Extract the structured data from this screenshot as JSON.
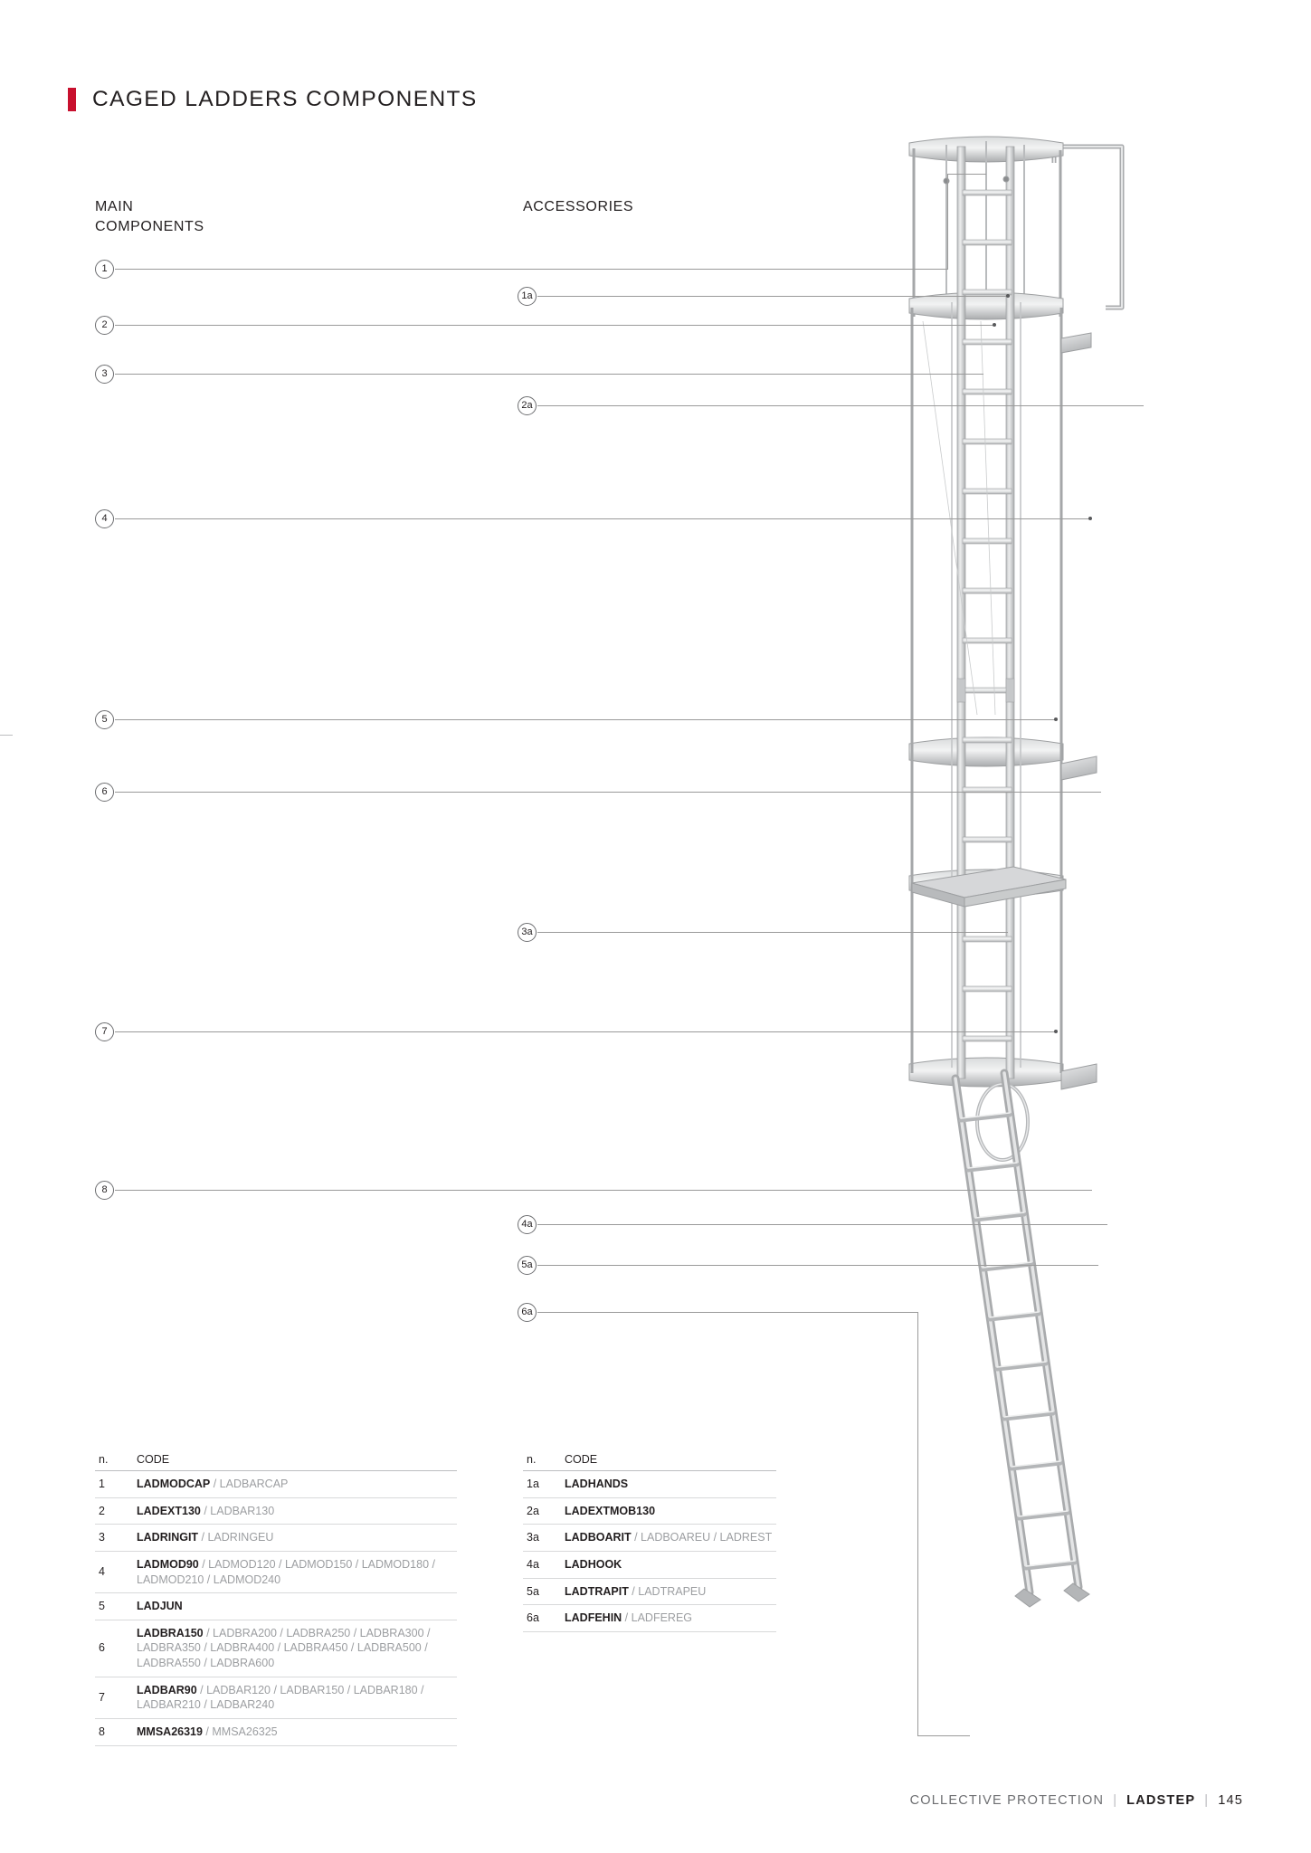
{
  "header": {
    "title": "CAGED LADDERS COMPONENTS",
    "marker_color": "#c8102e"
  },
  "columns": {
    "main_line1": "MAIN",
    "main_line2": "COMPONENTS",
    "accessories": "ACCESSORIES"
  },
  "callouts": {
    "main": [
      "1",
      "2",
      "3",
      "4",
      "5",
      "6",
      "7",
      "8"
    ],
    "accessories": [
      "1a",
      "2a",
      "3a",
      "4a",
      "5a",
      "6a"
    ]
  },
  "tables": {
    "left": {
      "header_n": "n.",
      "header_code": "CODE",
      "rows": [
        {
          "n": "1",
          "bold": "LADMODCAP",
          "grey": " / LADBARCAP"
        },
        {
          "n": "2",
          "bold": "LADEXT130",
          "grey": " / LADBAR130"
        },
        {
          "n": "3",
          "bold": "LADRINGIT",
          "grey": " / LADRINGEU"
        },
        {
          "n": "4",
          "bold": "LADMOD90",
          "grey": " / LADMOD120 / LADMOD150 / LADMOD180 / LADMOD210 / LADMOD240"
        },
        {
          "n": "5",
          "bold": "LADJUN",
          "grey": ""
        },
        {
          "n": "6",
          "bold": "LADBRA150",
          "grey": " / LADBRA200 / LADBRA250 / LADBRA300 / LADBRA350 / LADBRA400 / LADBRA450 / LADBRA500 / LADBRA550 / LADBRA600"
        },
        {
          "n": "7",
          "bold": "LADBAR90",
          "grey": " / LADBAR120 / LADBAR150 / LADBAR180 / LADBAR210 / LADBAR240"
        },
        {
          "n": "8",
          "bold": "MMSA26319",
          "grey": " / MMSA26325"
        }
      ]
    },
    "right": {
      "header_n": "n.",
      "header_code": "CODE",
      "rows": [
        {
          "n": "1a",
          "bold": "LADHANDS",
          "grey": ""
        },
        {
          "n": "2a",
          "bold": "LADEXTMOB130",
          "grey": ""
        },
        {
          "n": "3a",
          "bold": "LADBOARIT",
          "grey": " / LADBOAREU / LADREST"
        },
        {
          "n": "4a",
          "bold": "LADHOOK",
          "grey": ""
        },
        {
          "n": "5a",
          "bold": "LADTRAPIT",
          "grey": " / LADTRAPEU"
        },
        {
          "n": "6a",
          "bold": "LADFEHIN",
          "grey": " / LADFEREG"
        }
      ]
    }
  },
  "footer": {
    "section": "COLLECTIVE PROTECTION",
    "separator": "|",
    "brand": "LADSTEP",
    "separator2": "|",
    "page": "145"
  }
}
